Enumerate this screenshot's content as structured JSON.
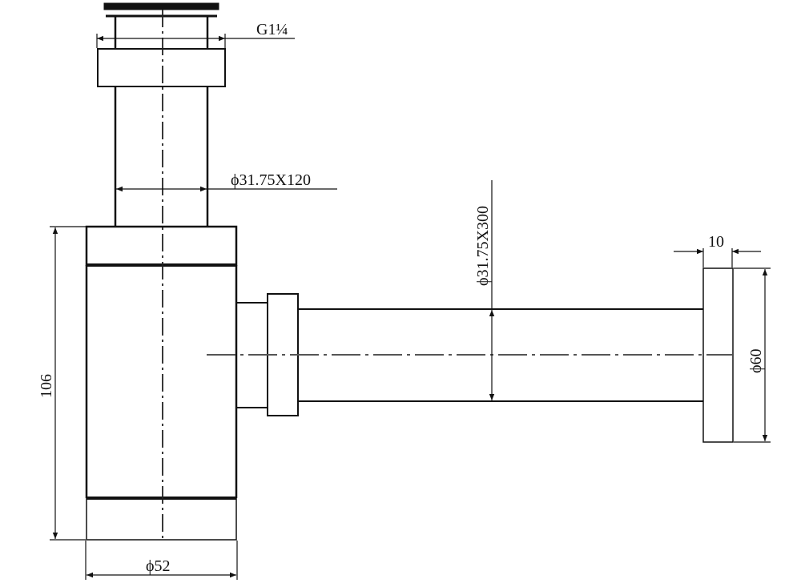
{
  "drawing": {
    "subject": "bottle trap siphon technical drawing",
    "line_color": "#111111",
    "center_line_color": "#555555",
    "dimensions": {
      "thread": "G1¼",
      "inlet_tube": "ϕ31.75X120",
      "outlet_tube": "ϕ31.75X300",
      "flange_thickness": "10",
      "flange_diameter": "ϕ60",
      "body_height": "106",
      "body_diameter": "ϕ52"
    }
  }
}
